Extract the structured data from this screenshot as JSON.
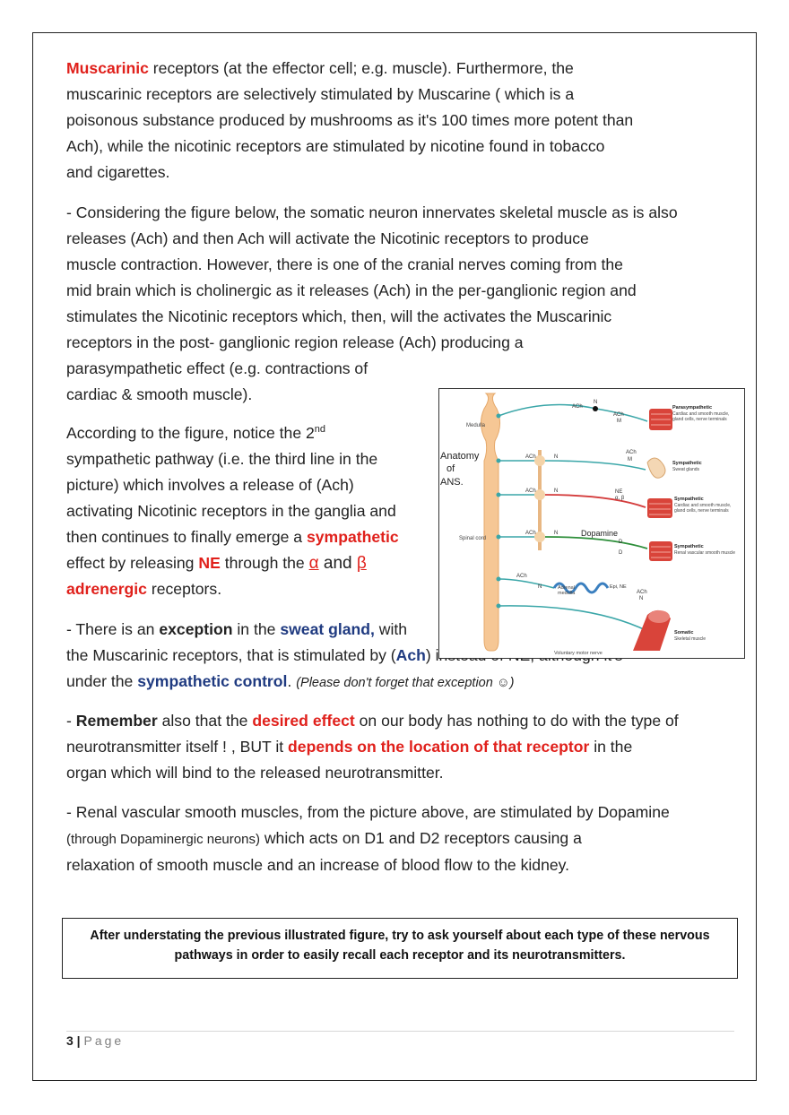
{
  "para1": {
    "term": "Muscarinic",
    "l1": " receptors (at the effector cell; e.g. muscle). Furthermore, the",
    "l2": "muscarinic receptors are selectively stimulated by Muscarine ( which is a",
    "l3": "poisonous substance  produced by mushrooms as it's 100 times more potent than",
    "l4": "Ach), while the nicotinic receptors are stimulated by nicotine found in tobacco",
    "l5": "and cigarettes."
  },
  "para2": {
    "l1": "- Considering the figure below, the somatic neuron innervates skeletal muscle as is also",
    "l2": "releases (Ach) and then Ach will activate the Nicotinic receptors to produce",
    "l3": "muscle contraction. However, there is one of the cranial nerves  coming from the",
    "l4": "mid brain which is cholinergic as it releases (Ach) in the per-ganglionic region and",
    "l5": "stimulates the Nicotinic receptors which, then, will the activates the Muscarinic",
    "l6": "receptors in the post- ganglionic region release (Ach) producing a",
    "l7": "parasympathetic effect (e.g. contractions of",
    "l8": "cardiac & smooth muscle)."
  },
  "para3": {
    "l1a": "According to the figure, notice the 2",
    "l1sup": "nd",
    "l2": "sympathetic pathway (i.e. the third line in the",
    "l3": "picture) which involves a release of (Ach)",
    "l4": "activating Nicotinic receptors in the ganglia and",
    "l5a": "then continues to finally emerge a ",
    "l5b": "sympathetic",
    "l6a": "effect by releasing ",
    "l6b": "NE",
    "l6c": " through the  ",
    "alpha": "α",
    "and": " and ",
    "beta": "β",
    "l7a": "adrenergic",
    "l7b": " receptors."
  },
  "para4": {
    "l1a": "- There is an ",
    "l1b": "exception",
    "l1c": " in the ",
    "l1d": "sweat gland,",
    "l1e": " with",
    "l2a": "the Muscarinic receptors, that is stimulated by (",
    "l2b": "Ach",
    "l2c": ") instead of NE, although it's",
    "l3a": "under the ",
    "l3b": "sympathetic control",
    "l3c": ". ",
    "l3d": "(Please don't forget that exception  ☺)"
  },
  "para5": {
    "l1a": "- ",
    "l1b": "Remember",
    "l1c": " also that the ",
    "l1d": "desired effect",
    "l1e": " on our body has nothing to do with the type of",
    "l2a": " neurotransmitter itself ! , BUT it ",
    "l2b": "depends on the location of that receptor",
    "l2c": " in the",
    "l3": "organ which will bind to the released neurotransmitter."
  },
  "para6": {
    "l1": "- Renal vascular smooth muscles, from the picture above, are stimulated by Dopamine",
    "l2a": "(through Dopaminergic neurons)",
    "l2b": "  which acts on D1 and D2 receptors causing a",
    "l3": "relaxation of smooth muscle and an increase of blood flow to the kidney."
  },
  "note": {
    "l1": "After understating the previous illustrated figure, try to ask yourself about each type of these nervous",
    "l2": "pathways in order to easily recall each receptor and its neurotransmitters."
  },
  "footer": {
    "num": "3",
    "sep": " | ",
    "label": "Page"
  },
  "figure": {
    "title1": "Anatomy",
    "title2": "of",
    "title3": "ANS.",
    "medulla": "Medulla",
    "spinal_cord": "Spinal cord",
    "adrenal": "Adrenal",
    "medulla2": "medulla",
    "voluntary": "Voluntary motor nerve",
    "dopamine": "Dopamine",
    "ach": "ACh",
    "n": "N",
    "m": "M",
    "ne": "NE",
    "ab": "α, β",
    "d": "D",
    "d1": "D",
    "epi": "Epi, NE",
    "labels": [
      {
        "t": "Parasympathetic",
        "s1": "Cardiac and smooth muscle,",
        "s2": "gland cells, nerve terminals"
      },
      {
        "t": "Sympathetic",
        "s1": "Sweat glands",
        "s2": ""
      },
      {
        "t": "Sympathetic",
        "s1": "Cardiac and smooth muscle,",
        "s2": "gland cells, nerve terminals"
      },
      {
        "t": "Sympathetic",
        "s1": "Renal vascular smooth muscle",
        "s2": ""
      },
      {
        "t": "Somatic",
        "s1": "Skeletal muscle",
        "s2": ""
      }
    ]
  }
}
